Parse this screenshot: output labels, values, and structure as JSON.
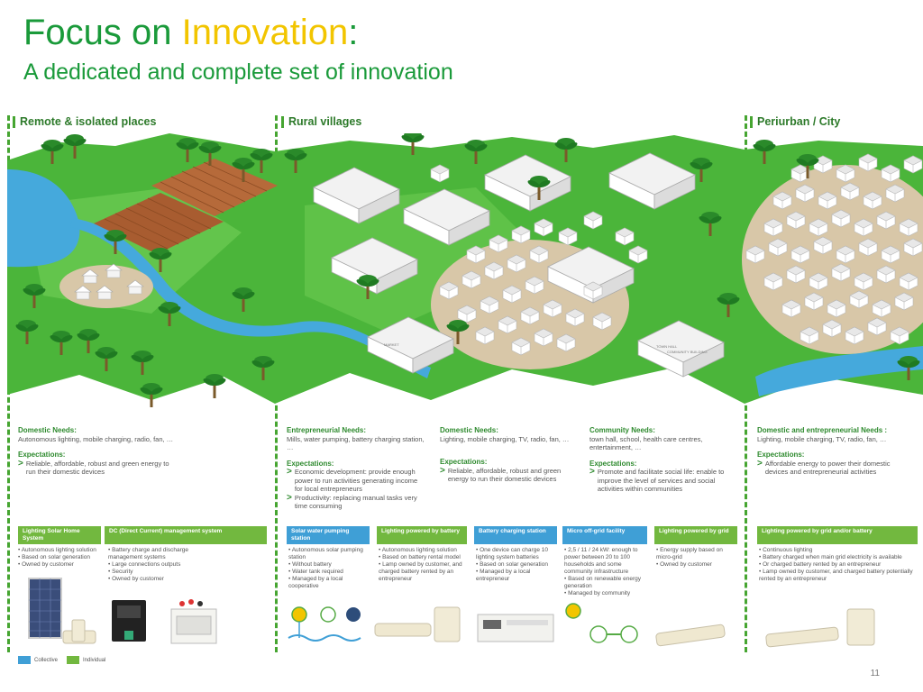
{
  "title": {
    "prefix": "Focus on ",
    "highlight": "Innovation",
    "suffix": ":",
    "subtitle": "A dedicated and complete set of innovation"
  },
  "zones": [
    {
      "label": "Remote & isolated places"
    },
    {
      "label": "Rural villages"
    },
    {
      "label": "Periurban / City"
    }
  ],
  "needs": {
    "remote_domestic": {
      "heading": "Domestic Needs:",
      "body": "Autonomous lighting, mobile charging, radio, fan, …"
    },
    "rural_entrepreneurial": {
      "heading": "Entrepreneurial Needs:",
      "body": "Mills, water pumping, battery charging station, …"
    },
    "rural_domestic": {
      "heading": "Domestic Needs:",
      "body": "Lighting, mobile charging, TV, radio, fan, …"
    },
    "rural_community": {
      "heading": "Community Needs:",
      "body": "town hall, school, health care centres, entertainment, …"
    },
    "city_domestic": {
      "heading": "Domestic and entrepreneurial Needs :",
      "body": "Lighting, mobile charging, TV, radio, fan, …"
    }
  },
  "expectations": {
    "heading": "Expectations:",
    "remote": "Reliable, affordable, robust and green energy to run their domestic devices",
    "rural_entrepreneurial_1": "Economic development: provide enough power to run activities generating income for local entrepreneurs",
    "rural_entrepreneurial_2": "Productivity: replacing manual tasks very time consuming",
    "rural_domestic": "Reliable, affordable, robust and green energy to run their domestic devices",
    "rural_community": "Promote and facilitate social life: enable to improve the level of services and social activities within communities",
    "city": "Affordable energy to power their domestic devices and entrepreneurial activities"
  },
  "solutions": [
    {
      "title": "Lighting Solar Home System",
      "color": "green",
      "items": [
        "Autonomous lighting solution",
        "Based on solar generation",
        "Owned by customer"
      ]
    },
    {
      "title": "DC (Direct Current) management system",
      "color": "green",
      "items": [
        "Battery charge and discharge management systems",
        "Large connections outputs",
        "Security",
        "Owned by customer"
      ]
    },
    {
      "title": "Solar water pumping station",
      "color": "blue",
      "items": [
        "Autonomous solar pumping station",
        "Without battery",
        "Water tank required",
        "Managed by a local cooperative"
      ]
    },
    {
      "title": "Lighting powered by battery",
      "color": "green",
      "items": [
        "Autonomous lighting solution",
        "Based on battery rental model",
        "Lamp owned by customer, and charged battery rented by an entrepreneur"
      ]
    },
    {
      "title": "Battery charging station",
      "color": "blue",
      "items": [
        "One device can charge 10 lighting system batteries",
        "Based on solar generation",
        "Managed by a local entrepreneur"
      ]
    },
    {
      "title": "Micro off-grid facility",
      "color": "blue",
      "items": [
        "2,5 / 11 / 24 kW: enough to power between 20 to 100 households and some community infrastructure",
        "Based on renewable energy generation",
        "Managed by community"
      ]
    },
    {
      "title": "Lighting powered by grid",
      "color": "green",
      "items": [
        "Energy supply based on micro-grid",
        "Owned by customer"
      ]
    },
    {
      "title": "Lighting powered by grid and/or battery",
      "color": "green",
      "items": [
        "Continuous lighting",
        "Battery charged when main grid electricity is available",
        "Or charged battery rented by an entrepreneur",
        "Lamp owned by customer, and charged battery potentially rented by an entrepreneur"
      ]
    }
  ],
  "legend": [
    {
      "label": "Collective",
      "color": "#3f9fd6"
    },
    {
      "label": "Individual",
      "color": "#72b83f"
    }
  ],
  "scene_labels": {
    "town_hall_sign": "TOWN HALL",
    "market_sign": "MARKET",
    "community_building_sign": "COMMUNITY BUILDING"
  },
  "page_number": "11",
  "colors": {
    "title_green": "#1a9a3a",
    "title_yellow": "#f2c500",
    "grass": "#4bb53a",
    "river": "#3aa6d8",
    "collective": "#3f9fd6",
    "individual": "#72b83f"
  }
}
